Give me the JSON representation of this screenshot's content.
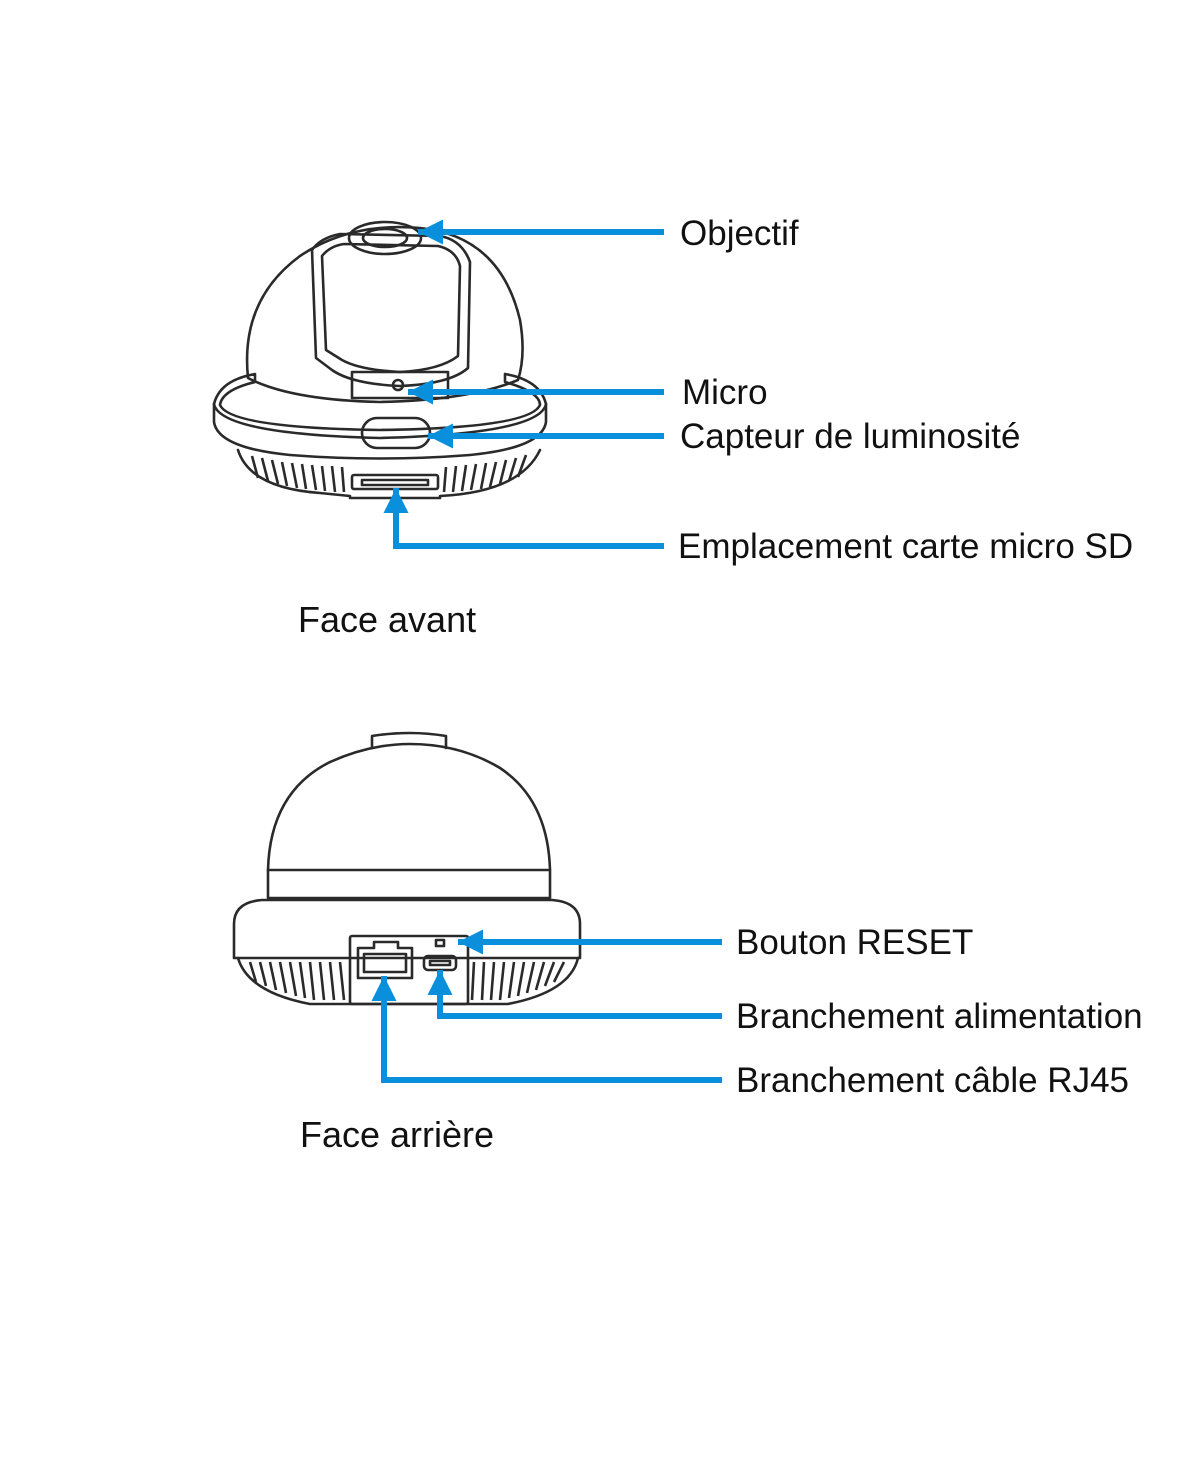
{
  "diagram": {
    "front": {
      "caption": "Face avant",
      "callouts": [
        {
          "id": "objectif",
          "label": "Objectif"
        },
        {
          "id": "micro",
          "label": "Micro"
        },
        {
          "id": "capteur",
          "label": "Capteur de luminosité"
        },
        {
          "id": "sd",
          "label": "Emplacement carte micro SD"
        }
      ]
    },
    "rear": {
      "caption": "Face arrière",
      "callouts": [
        {
          "id": "reset",
          "label": "Bouton RESET"
        },
        {
          "id": "power",
          "label": "Branchement alimentation"
        },
        {
          "id": "rj45",
          "label": "Branchement câble RJ45"
        }
      ]
    },
    "colors": {
      "arrow": "#0a8fdc",
      "line_art": "#2a2a2a",
      "text": "#111111"
    }
  }
}
